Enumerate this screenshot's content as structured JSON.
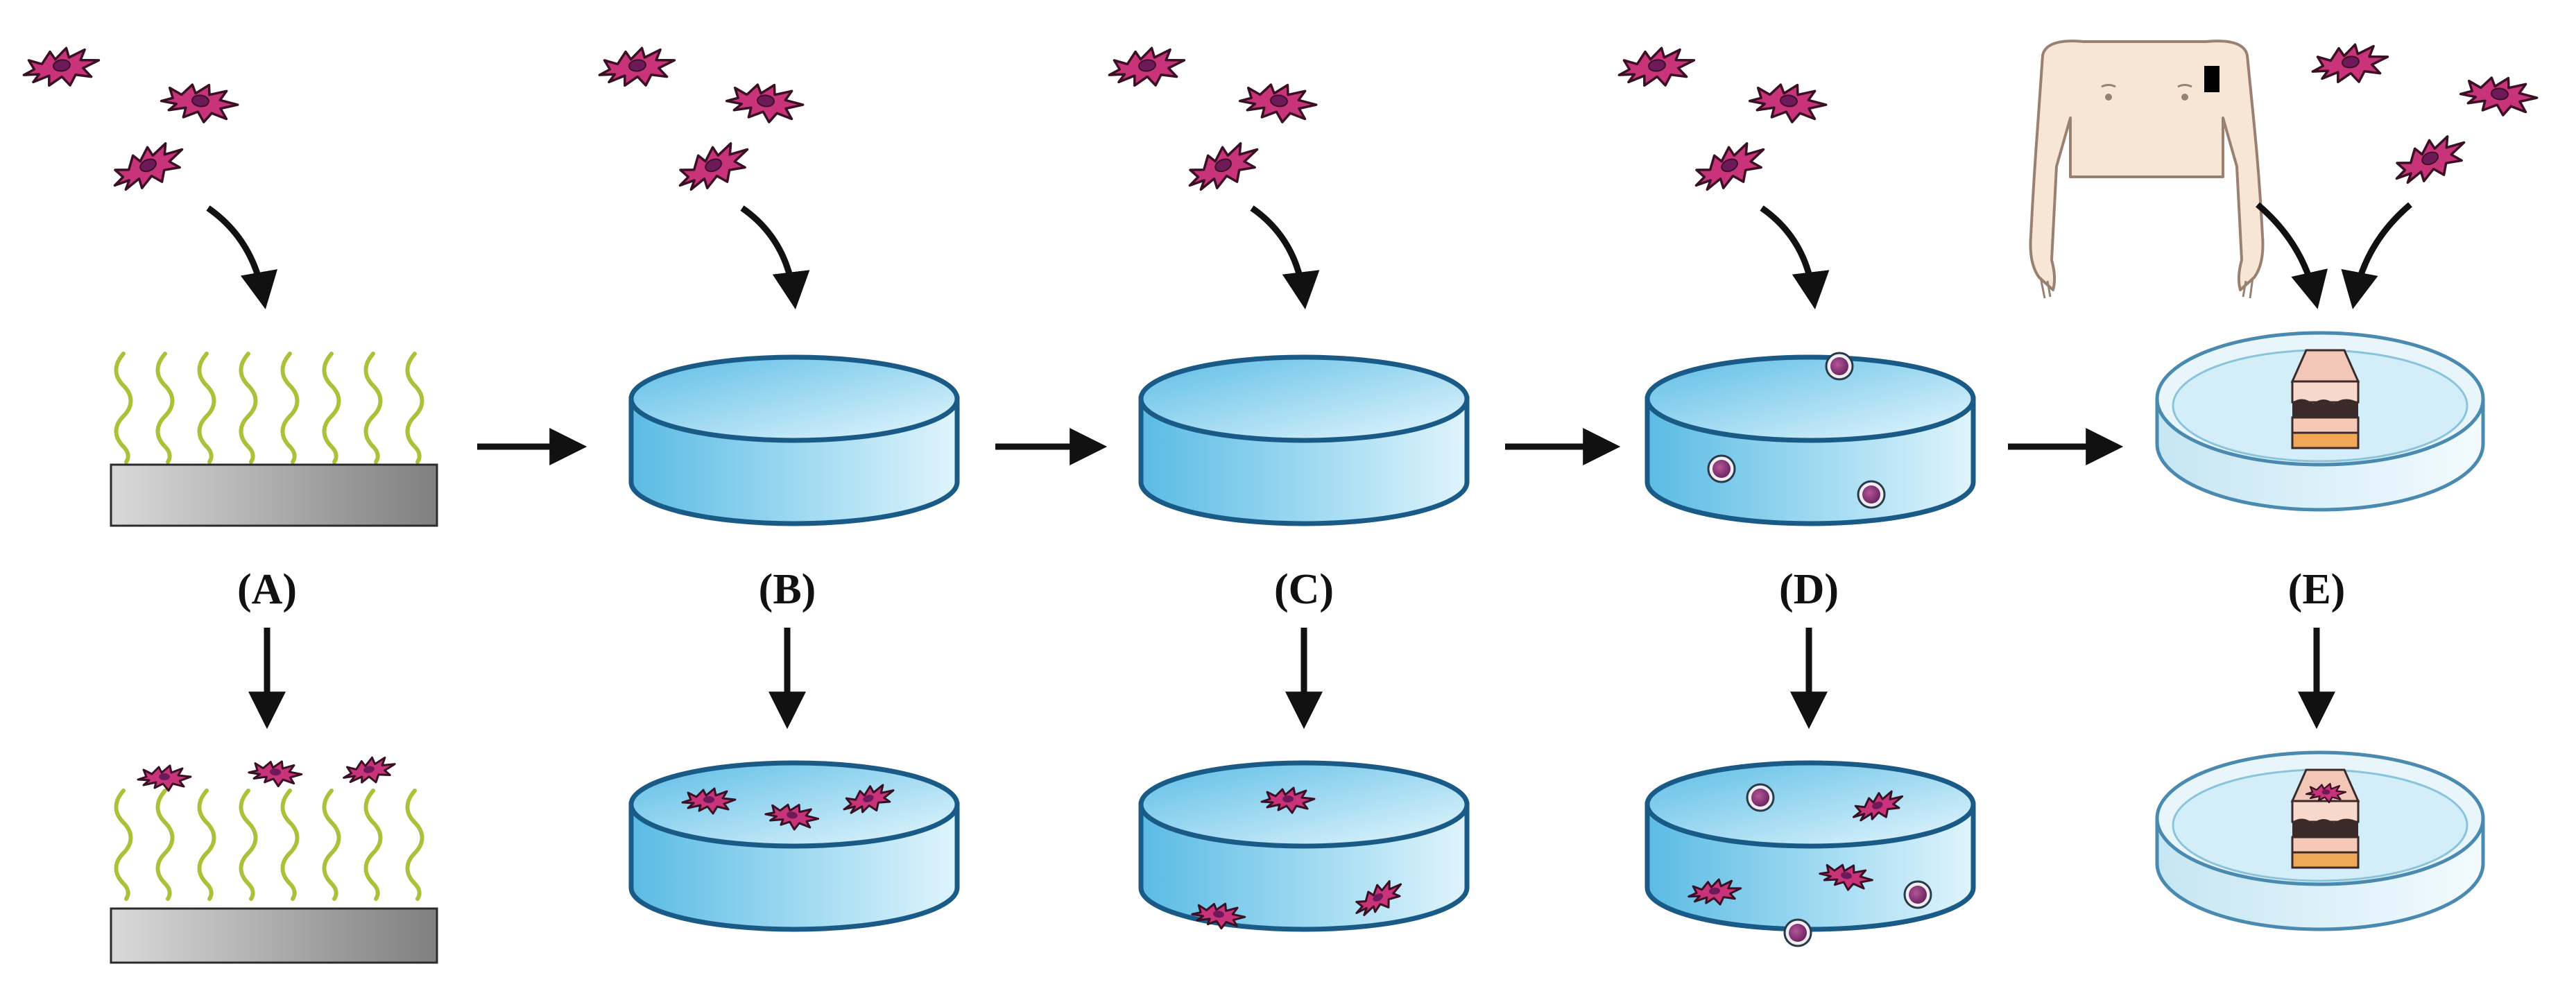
{
  "panels": [
    {
      "id": "A",
      "label": "(A)",
      "top": "brush-surface",
      "bottom": "brush-surface-with-cells"
    },
    {
      "id": "B",
      "label": "(B)",
      "top": "hydrogel-disc",
      "bottom": "hydrogel-disc-with-cells"
    },
    {
      "id": "C",
      "label": "(C)",
      "top": "hydrogel-disc",
      "bottom": "hydrogel-disc-with-sparse-cells"
    },
    {
      "id": "D",
      "label": "(D)",
      "top": "hydrogel-disc-with-particles",
      "bottom": "hydrogel-disc-with-cells-and-particles"
    },
    {
      "id": "E",
      "label": "(E)",
      "top": "petri-dish-with-skin-model",
      "bottom": "petri-dish-with-seeded-skin-model"
    }
  ],
  "colors": {
    "cell_body": "#c8337a",
    "cell_outline": "#3a1024",
    "cell_nucleus": "#6e1a5a",
    "brush_chain": "#a9c23a",
    "substrate_light": "#d9d9d9",
    "substrate_dark": "#808080",
    "disc_top": "#c9ecfa",
    "disc_side": "#6fc6e8",
    "disc_outline": "#1a5a86",
    "arrow": "#111111",
    "skin": "#f7e6d6",
    "skin_outline": "#9a8070"
  },
  "icons": {
    "cell": "cell-icon",
    "arrow": "arrow-icon",
    "human_torso": "human-torso-icon",
    "biopsy_patch": "biopsy-patch-icon"
  }
}
